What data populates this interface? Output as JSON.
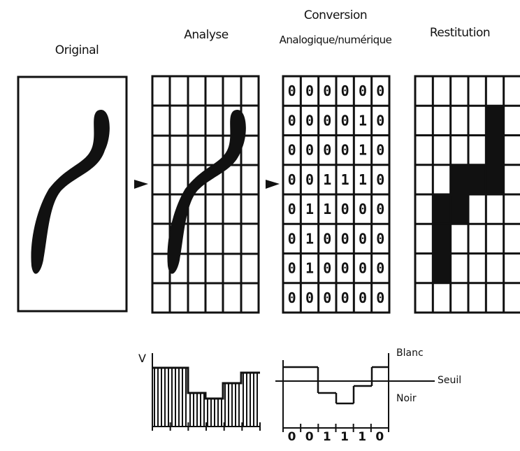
{
  "titles": {
    "original": "Original",
    "analyse": "Analyse",
    "conversion_line1": "Conversion",
    "conversion_line2": "Analogique/numérique",
    "restitution": "Restitution"
  },
  "digital_grid": [
    [
      "0",
      "0",
      "0",
      "0",
      "0",
      "0"
    ],
    [
      "0",
      "0",
      "0",
      "0",
      "1",
      "0"
    ],
    [
      "0",
      "0",
      "0",
      "0",
      "1",
      "0"
    ],
    [
      "0",
      "0",
      "1",
      "1",
      "1",
      "0"
    ],
    [
      "0",
      "1",
      "1",
      "0",
      "0",
      "0"
    ],
    [
      "0",
      "1",
      "0",
      "0",
      "0",
      "0"
    ],
    [
      "0",
      "1",
      "0",
      "0",
      "0",
      "0"
    ],
    [
      "0",
      "0",
      "0",
      "0",
      "0",
      "0"
    ]
  ],
  "restitution_filled": [
    [
      1,
      4
    ],
    [
      2,
      4
    ],
    [
      3,
      2
    ],
    [
      3,
      3
    ],
    [
      3,
      4
    ],
    [
      4,
      1
    ],
    [
      4,
      2
    ],
    [
      5,
      1
    ],
    [
      6,
      1
    ]
  ],
  "signal": {
    "axis_label": "V",
    "blanc": "Blanc",
    "seuil": "Seuil",
    "noir": "Noir",
    "bits": [
      "0",
      "0",
      "1",
      "1",
      "1",
      "0"
    ]
  },
  "colors": {
    "ink": "#111111",
    "paper": "#ffffff"
  }
}
